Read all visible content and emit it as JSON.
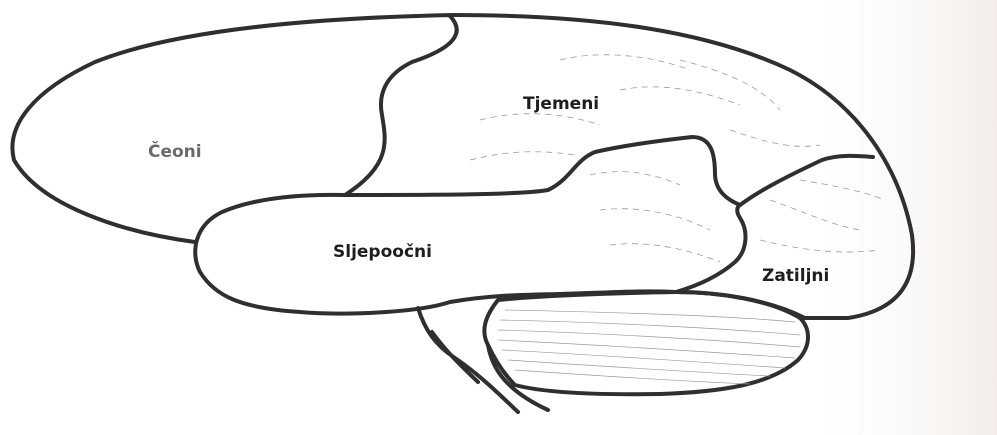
{
  "figure": {
    "labels": {
      "frontal": "Čeoni",
      "parietal": "Tjemeni",
      "temporal": "Sljepoočni",
      "occipital": "Zatiljni"
    }
  },
  "colors": {
    "outline": "#2f2f2f",
    "frontal_label": "#6a6a6a",
    "label": "#1e1e1e",
    "page_tint": "#f3ece8"
  }
}
